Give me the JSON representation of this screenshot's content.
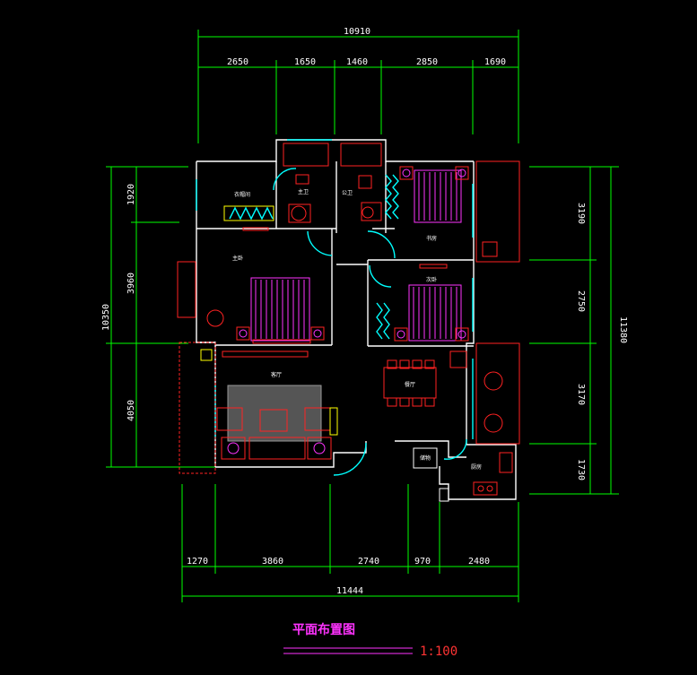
{
  "colors": {
    "background": "#000000",
    "dimension_lines": "#00ff00",
    "walls": "#ffffff",
    "furniture": "#ff2222",
    "beds": "#ff33ff",
    "windows": "#00ffff",
    "title": "#ff33ff",
    "scale": "#ff3333"
  },
  "dimensions": {
    "top_total": "10910",
    "top_segments": [
      "2650",
      "1650",
      "1460",
      "2850",
      "1690"
    ],
    "bottom_total": "11444",
    "bottom_segments": [
      "1270",
      "3860",
      "2740",
      "970",
      "2480"
    ],
    "left_total": "10350",
    "left_segments": [
      "1920",
      "3960",
      "4050"
    ],
    "right_total": "11380",
    "right_segments": [
      "3190",
      "2750",
      "3170",
      "1730"
    ]
  },
  "rooms": {
    "cloakroom": "衣帽间",
    "master_bath": "主卫",
    "public_bath": "公卫",
    "master_bedroom": "主卧",
    "second_bedroom": "次卧",
    "study": "书房",
    "living_room": "客厅",
    "dining_room": "餐厅",
    "storage": "储物",
    "kitchen": "厨房"
  },
  "title": "平面布置图",
  "scale": "1:100"
}
